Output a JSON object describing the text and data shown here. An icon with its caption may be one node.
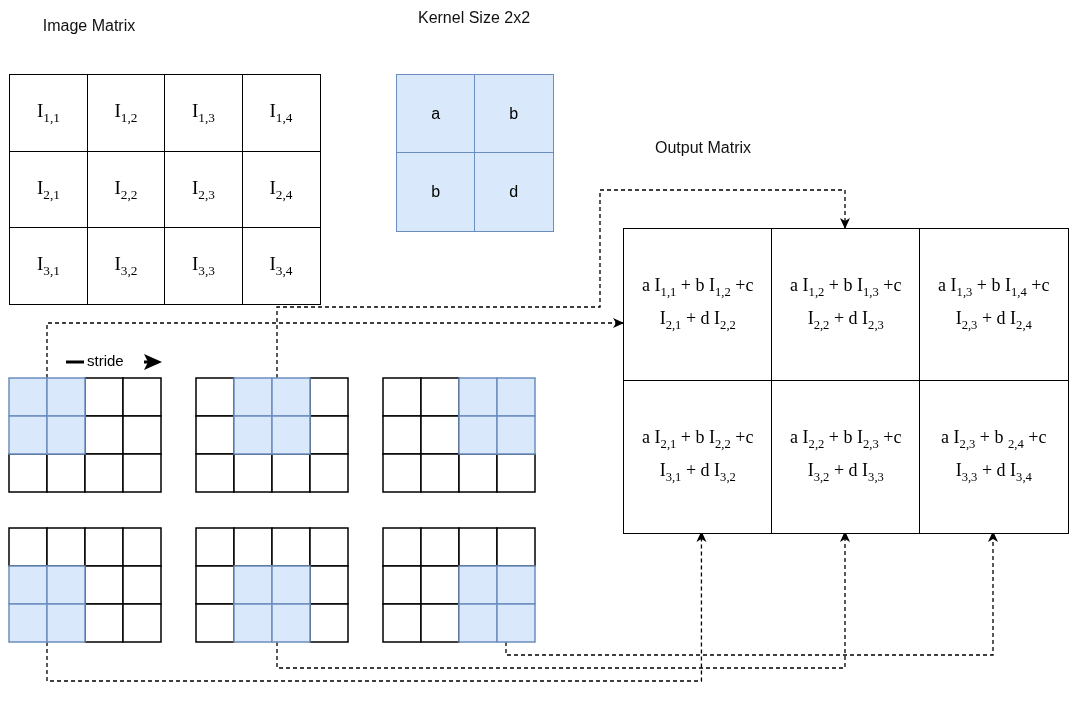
{
  "diagram": {
    "nodes": [
      {
        "text": [
          "Image Matrix"
        ]
      },
      {
        "text": [
          "I$_{1,1}$"
        ],
        "in": 0
      },
      {
        "text": [
          "I$_{1,2}$"
        ],
        "in": 0
      },
      {
        "text": [
          "I$_{1,3}$"
        ],
        "in": 0
      },
      {
        "text": [
          "I$_{1,4}$"
        ],
        "in": 0
      },
      {
        "text": [
          "I$_{2,1}$"
        ],
        "in": 0
      },
      {
        "text": [
          "I$_{2,2}$"
        ],
        "in": 0
      },
      {
        "text": [
          "I$_{2,3}$"
        ],
        "in": 0
      },
      {
        "text": [
          "I$_{2,4}$"
        ],
        "in": 0
      },
      {
        "text": [
          "I$_{3,1}$"
        ],
        "in": 0
      },
      {
        "text": [
          "I$_{3,2}$"
        ],
        "in": 0
      },
      {
        "text": [
          "I$_{3,3}$"
        ],
        "in": 0
      },
      {
        "text": [
          "I$_{3,4}$"
        ],
        "in": 0
      },
      {
        "text": [
          "Kernel Size 2x2"
        ]
      },
      {
        "text": [
          "a"
        ],
        "in": 13
      },
      {
        "text": [
          "b"
        ],
        "in": 13
      },
      {
        "text": [
          "b"
        ],
        "in": 13
      },
      {
        "text": [
          "d"
        ],
        "in": 13
      },
      {
        "text": [
          "Output Matrix"
        ]
      },
      {
        "text": [
          "a I$_{1,1}$ + b I$_{1,2}$ +c I$_{2,1}$ + d I$_{2,2}$"
        ],
        "in": 18
      },
      {
        "text": [
          "a I$_{1,2}$ + b I$_{1,3}$ +c I$_{2,2}$ + d I$_{2,3}$"
        ],
        "in": 18
      },
      {
        "text": [
          "a I$_{1,3}$ + b I$_{1,4}$ +c I$_{2,3}$ + d I$_{2,4}$"
        ],
        "in": 18
      },
      {
        "text": [
          "a I$_{2,1}$ + b I$_{2,2}$ +c I$_{3,1}$ + d I$_{3,2}$"
        ],
        "in": 18
      },
      {
        "text": [
          "a I$_{2,2}$ + b I$_{2,3}$ +c I$_{3,2}$ + d I$_{3,3}$"
        ],
        "in": 18
      },
      {
        "text": [
          "a I$_{2,3}$ + b $_{2,4}$ +c I$_{3,3}$ + d I$_{3,4}$"
        ],
        "in": 18
      },
      {
        "text": [],
        "shape": "grid"
      },
      {
        "text": [],
        "shape": "grid"
      },
      {
        "text": [],
        "shape": "grid"
      },
      {
        "text": [],
        "shape": "grid"
      },
      {
        "text": [],
        "shape": "grid"
      },
      {
        "text": [],
        "shape": "grid"
      }
    ],
    "edges": [
      {
        "from": 25,
        "to": 19,
        "arrow": "to",
        "style": "dashed"
      },
      {
        "from": 26,
        "to": 20,
        "arrow": "to",
        "style": "dashed"
      },
      {
        "from": 28,
        "to": 22,
        "arrow": "to",
        "style": "dashed"
      },
      {
        "from": 29,
        "to": 23,
        "arrow": "to",
        "style": "dashed"
      },
      {
        "from": 30,
        "to": 24,
        "arrow": "to",
        "style": "dashed"
      }
    ],
    "labels": [
      "stride"
    ]
  }
}
